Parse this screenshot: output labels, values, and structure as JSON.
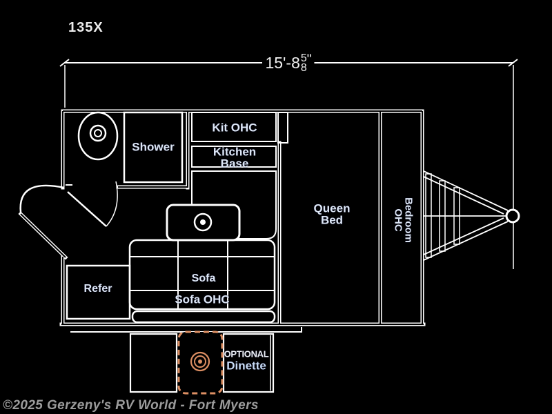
{
  "title": "135X",
  "dimension": {
    "main": "15'-8",
    "numerator": "5",
    "denominator": "8",
    "inches_mark": "\""
  },
  "rooms": {
    "shower": "Shower",
    "kit_ohc": "Kit OHC",
    "kitchen_base": "Kitchen Base",
    "queen_bed": "Queen Bed",
    "bedroom_ohc": "Bedroom OHC",
    "refer": "Refer",
    "sofa": "Sofa",
    "sofa_ohc": "Sofa OHC"
  },
  "dinette": {
    "optional": "OPTIONAL",
    "name": "Dinette"
  },
  "footer": {
    "copyright": "©2025 Gerzeny's RV World - Fort Myers"
  },
  "colors": {
    "background": "#000000",
    "line": "#ffffff",
    "label": "#dde7f6",
    "accent": "#dd8f63",
    "copyright": "#9c9c9c"
  }
}
